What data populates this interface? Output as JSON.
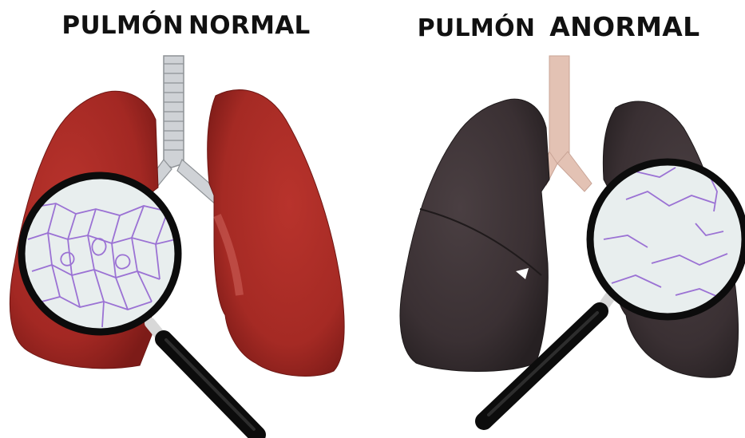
{
  "panels": [
    {
      "title_word1": "PULMÓN",
      "title_word2": "NORMAL",
      "lung_color": "#a92a25",
      "tissue": "normal-alveoli"
    },
    {
      "title_word1": "PULMÓN",
      "title_word2": "ANORMAL",
      "lung_color": "#3f3436",
      "tissue": "damaged-alveoli"
    }
  ],
  "colors": {
    "trachea_normal": "#c9ccd0",
    "trachea_abnormal": "#e2bfb0",
    "lens_fill": "#e6ecec",
    "alveoli_stroke": "#9a6fd0",
    "magnifier_rim": "#0c0c0c"
  },
  "icons": [
    "magnifying-glass-icon",
    "magnifying-glass-icon"
  ]
}
